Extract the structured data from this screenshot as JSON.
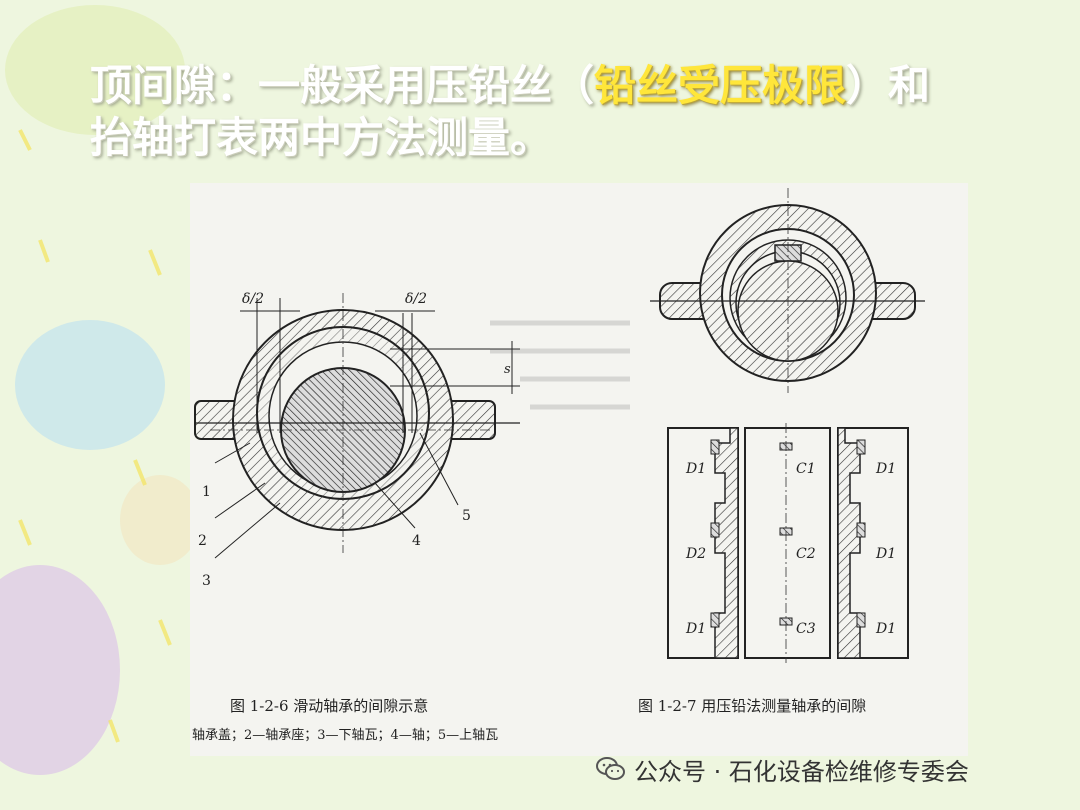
{
  "headline": {
    "line1_pre": "顶间隙：一般采用压铅丝（",
    "highlight": "铅丝受压极限",
    "line1_post": "）和",
    "line2": "抬轴打表两中方法测量。"
  },
  "figure_left": {
    "caption": "图 1-2-6    滑动轴承的间隙示意",
    "legend": "轴承盖；2—轴承座；3—下轴瓦；4—轴；5—上轴瓦",
    "label_delta_left": "δ/2",
    "label_delta_right": "δ/2",
    "label_s": "s",
    "part_labels": [
      "1",
      "2",
      "3",
      "4",
      "5"
    ]
  },
  "figure_right": {
    "caption": "图 1-2-7    用压铅法测量轴承的间隙",
    "labels_left": [
      "D1",
      "D2",
      "D1"
    ],
    "labels_center": [
      "C1",
      "C2",
      "C3"
    ],
    "labels_right": [
      "D1",
      "D1",
      "D1"
    ]
  },
  "watermark": {
    "text": "公众号 · 石化设备检维修专委会",
    "icon": "wechat-icon"
  },
  "colors": {
    "background": "#eef6df",
    "headline": "#ffffff",
    "highlight": "#ffe63a"
  }
}
